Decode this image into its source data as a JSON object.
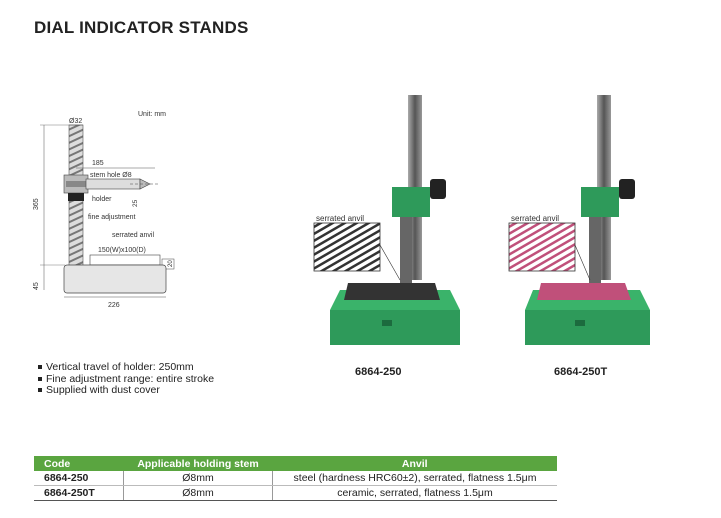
{
  "title": "DIAL INDICATOR STANDS",
  "drawing": {
    "unit": "Unit: mm",
    "dia_top": "Ø32",
    "width_arm": "185",
    "stem_hole": "stem hole Ø8",
    "holder": "holder",
    "fine_adjustment": "fine adjustment",
    "serrated_anvil": "serrated anvil",
    "anvil_size": "150(W)x100(D)",
    "height_total": "365",
    "height_base": "45",
    "base_width": "226",
    "dim_25": "25",
    "dim_20": "20"
  },
  "features": [
    "Vertical travel of holder: 250mm",
    "Fine adjustment range: entire stroke",
    "Supplied with dust cover"
  ],
  "products": [
    {
      "code": "6864-250",
      "anvil_label": "serrated anvil",
      "anvil_color": "#3a3a3a"
    },
    {
      "code": "6864-250T",
      "anvil_label": "serrated anvil",
      "anvil_color": "#c0507a"
    }
  ],
  "colors": {
    "accent": "#5aa540",
    "base_green": "#2e9a5a"
  },
  "table": {
    "headers": [
      "Code",
      "Applicable holding stem",
      "Anvil"
    ],
    "rows": [
      [
        "6864-250",
        "Ø8mm",
        "steel (hardness HRC60±2), serrated, flatness 1.5μm"
      ],
      [
        "6864-250T",
        "Ø8mm",
        "ceramic, serrated, flatness 1.5μm"
      ]
    ]
  }
}
